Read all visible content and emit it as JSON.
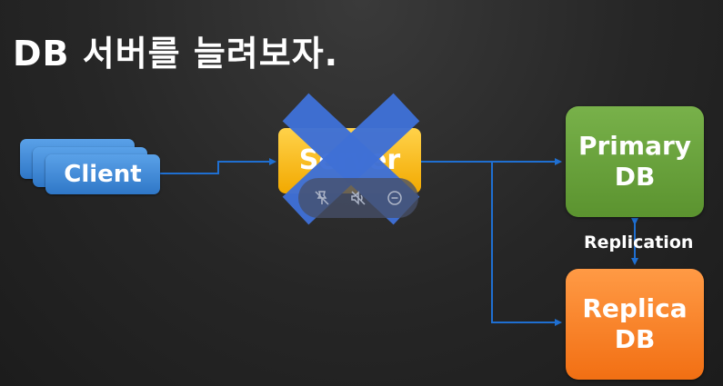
{
  "slide": {
    "title": "DB 서버를 늘려보자."
  },
  "clients": {
    "label": "Client",
    "stack": [
      "Client",
      "Client",
      "Client"
    ]
  },
  "server": {
    "label": "Server",
    "crossed_out": true
  },
  "databases": {
    "primary": {
      "line1": "Primary",
      "line2": "DB"
    },
    "replica": {
      "line1": "Replica",
      "line2": "DB"
    },
    "link_label": "Replication"
  },
  "media_controls": {
    "icons": [
      "pin-off-icon",
      "mute-icon",
      "minimize-icon"
    ]
  },
  "colors": {
    "connector": "#1f6fd1",
    "client": "#3a86d6",
    "server": "#f5b614",
    "primary": "#6aa13d",
    "replica": "#f7811f",
    "cross": "#3d6fd6"
  }
}
